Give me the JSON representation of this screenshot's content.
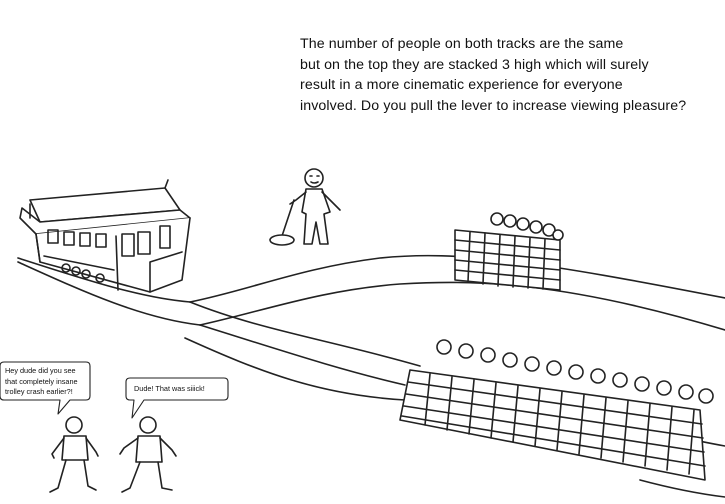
{
  "caption": {
    "lines": [
      "The number of people on both tracks are the same",
      "but on the top they are stacked 3 high which will surely",
      "result in a more cinematic experience for everyone",
      "involved. Do you pull the lever to increase viewing pleasure?"
    ]
  },
  "bubbles": {
    "left": {
      "lines": [
        "Hey dude did you see",
        "that completely insane",
        "trolley crash earlier?!"
      ]
    },
    "right": {
      "lines": [
        "Dude! That was siiick!"
      ]
    }
  }
}
